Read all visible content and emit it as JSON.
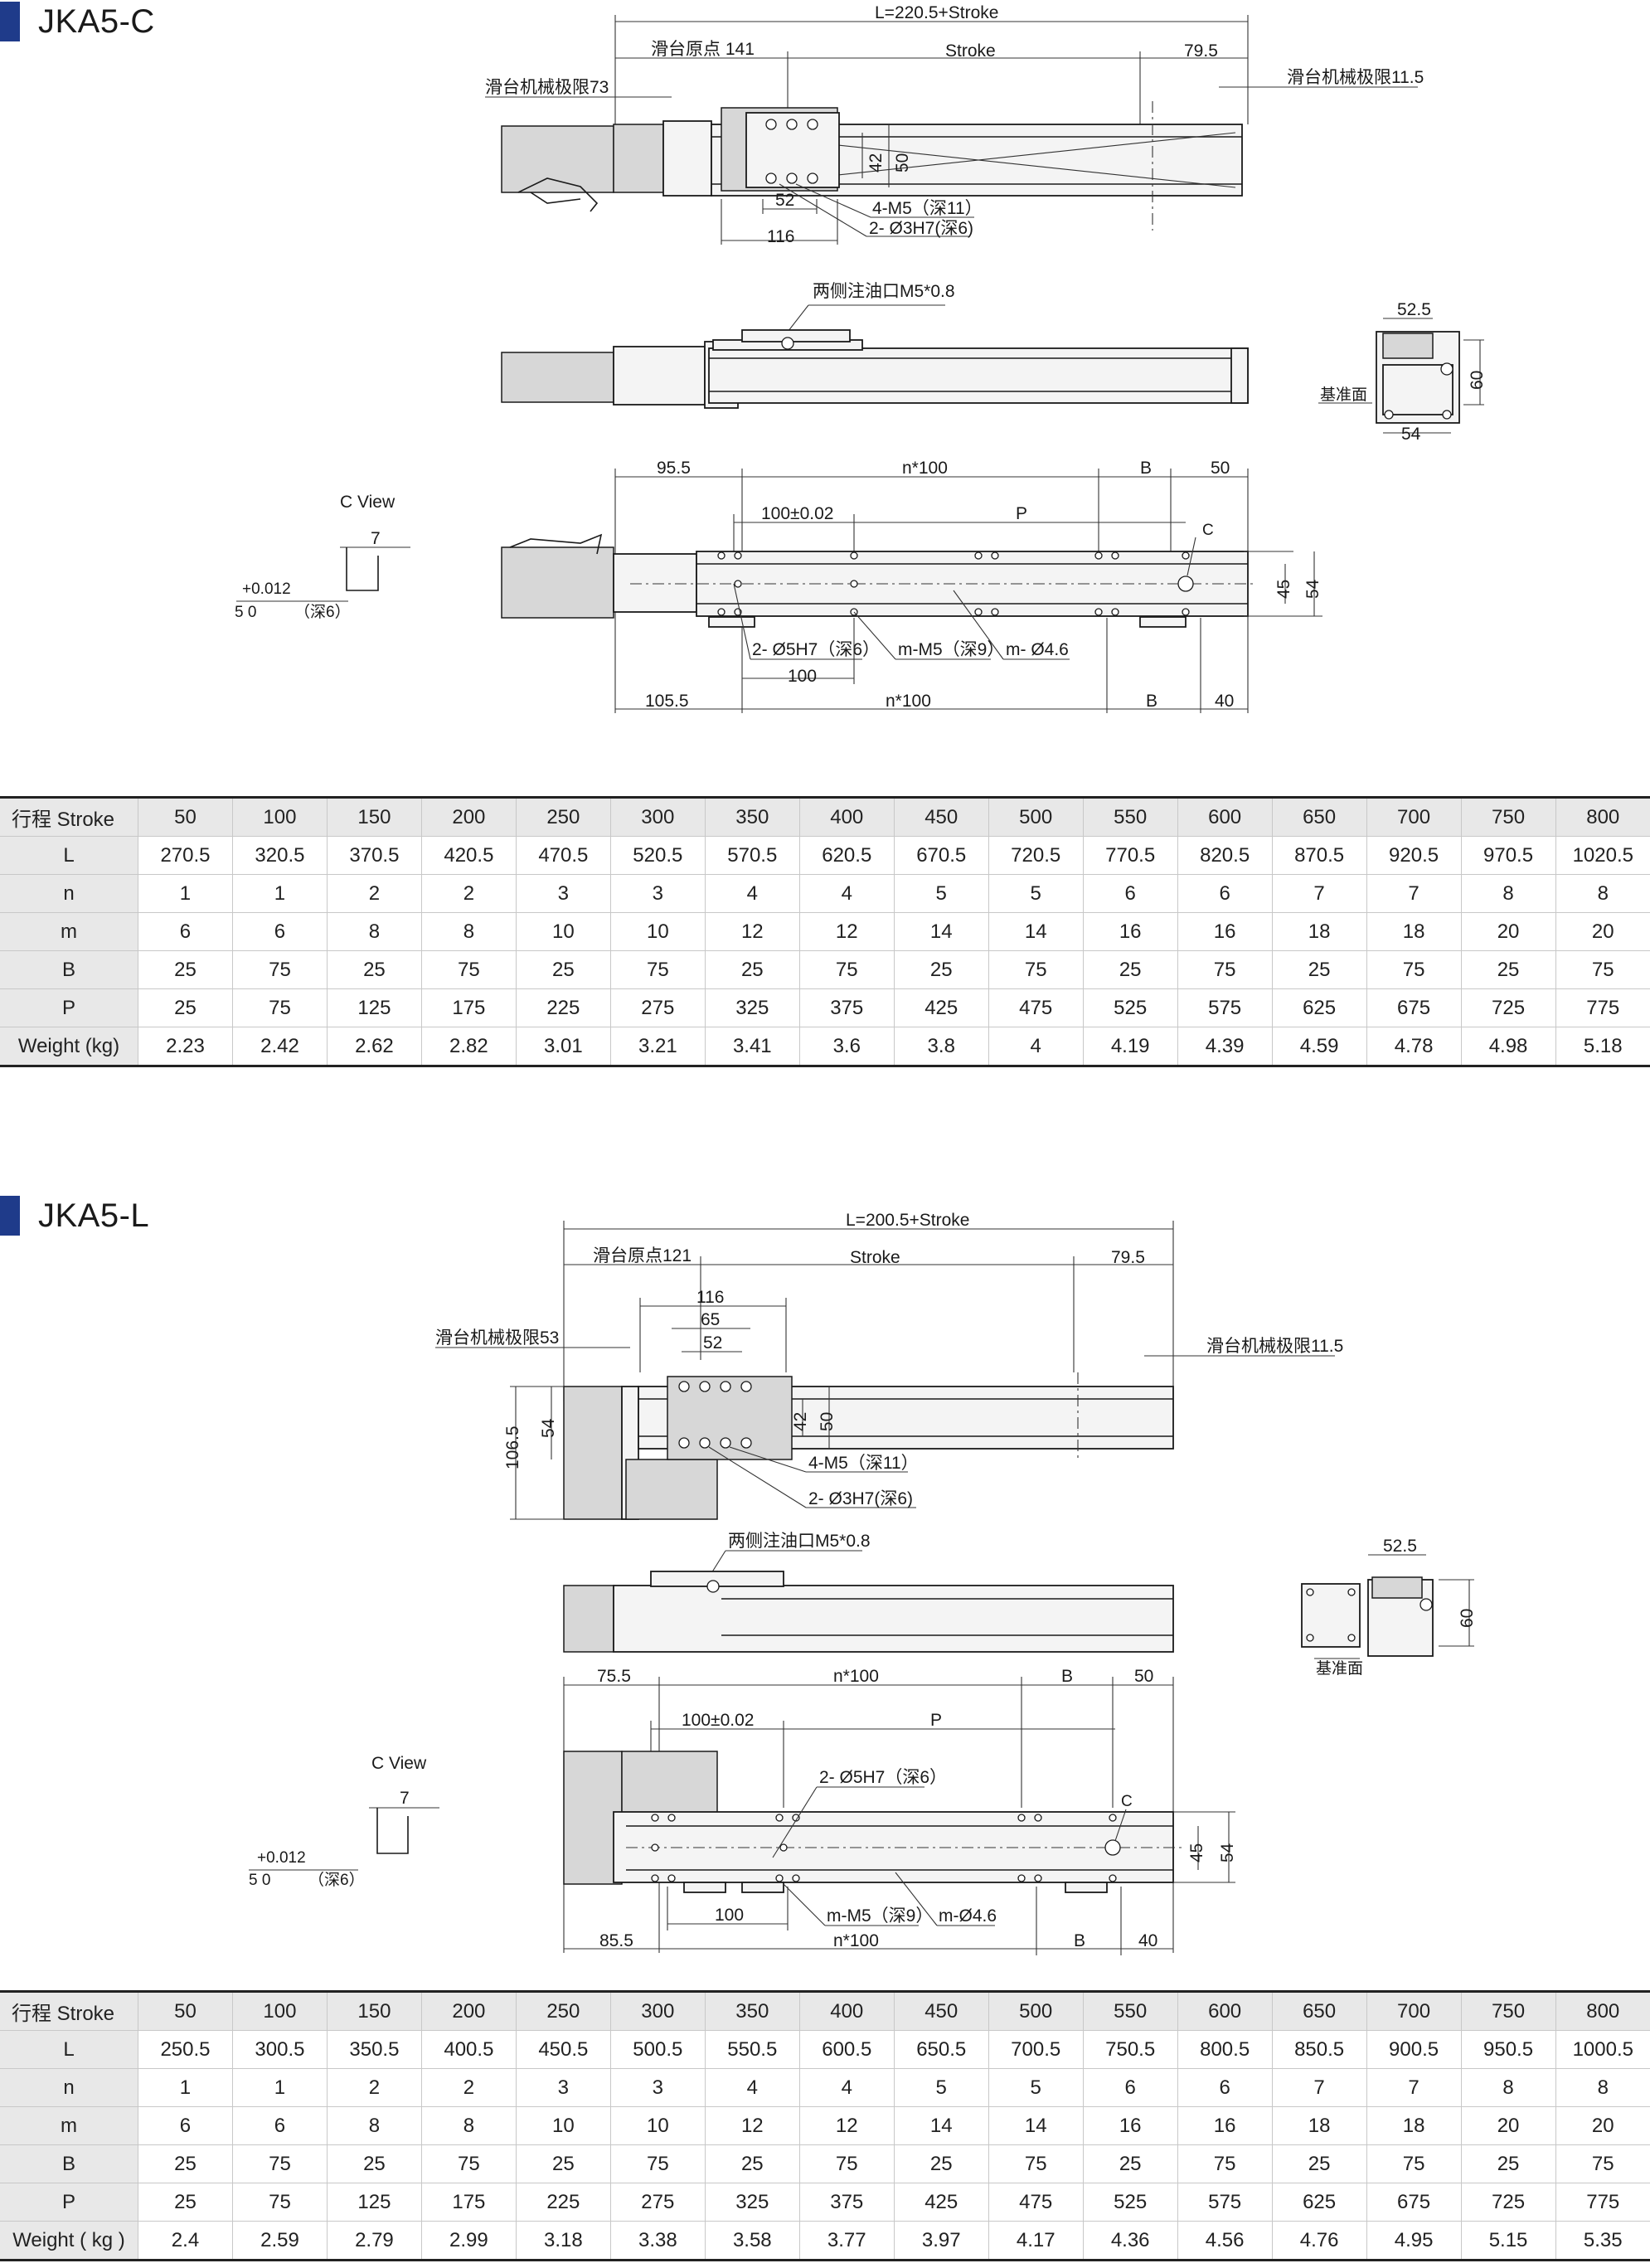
{
  "sections": [
    {
      "id": "c",
      "title": "JKA5-C",
      "dims": {
        "L": "L=220.5+Stroke",
        "origin": "滑台原点 141",
        "stroke": "Stroke",
        "right_end": "79.5",
        "left_limit": "滑台机械极限73",
        "right_limit": "滑台机械极限11.5",
        "h42": "42",
        "h50": "50",
        "w52": "52",
        "w116": "116",
        "tap": "4-M5（深11）",
        "pin": "2- Ø3H7(深6)",
        "oil": "两侧注油口M5*0.8",
        "end_w": "52.5",
        "end_h": "60",
        "end_bottom": "54",
        "datum": "基准面",
        "cview": "C View",
        "cview_7": "7",
        "cview_tol": "+0.012",
        "cview_5": "5 0",
        "cview_depth": "（深6）",
        "top_left": "95.5",
        "n100": "n*100",
        "B": "B",
        "top_right": "50",
        "pitch": "100±0.02",
        "P": "P",
        "C": "C",
        "h45": "45",
        "h54": "54",
        "dowel": "2- Ø5H7（深6）",
        "mtap": "m-M5（深9）",
        "mhole": "m- Ø4.6",
        "w100": "100",
        "bot_left": "105.5",
        "bot_right": "40"
      },
      "table": {
        "stroke_label": "行程 Stroke",
        "strokes": [
          "50",
          "100",
          "150",
          "200",
          "250",
          "300",
          "350",
          "400",
          "450",
          "500",
          "550",
          "600",
          "650",
          "700",
          "750",
          "800"
        ],
        "rows": [
          {
            "label": "L",
            "values": [
              "270.5",
              "320.5",
              "370.5",
              "420.5",
              "470.5",
              "520.5",
              "570.5",
              "620.5",
              "670.5",
              "720.5",
              "770.5",
              "820.5",
              "870.5",
              "920.5",
              "970.5",
              "1020.5"
            ]
          },
          {
            "label": "n",
            "values": [
              "1",
              "1",
              "2",
              "2",
              "3",
              "3",
              "4",
              "4",
              "5",
              "5",
              "6",
              "6",
              "7",
              "7",
              "8",
              "8"
            ]
          },
          {
            "label": "m",
            "values": [
              "6",
              "6",
              "8",
              "8",
              "10",
              "10",
              "12",
              "12",
              "14",
              "14",
              "16",
              "16",
              "18",
              "18",
              "20",
              "20"
            ]
          },
          {
            "label": "B",
            "values": [
              "25",
              "75",
              "25",
              "75",
              "25",
              "75",
              "25",
              "75",
              "25",
              "75",
              "25",
              "75",
              "25",
              "75",
              "25",
              "75"
            ]
          },
          {
            "label": "P",
            "values": [
              "25",
              "75",
              "125",
              "175",
              "225",
              "275",
              "325",
              "375",
              "425",
              "475",
              "525",
              "575",
              "625",
              "675",
              "725",
              "775"
            ]
          },
          {
            "label": "Weight (kg)",
            "values": [
              "2.23",
              "2.42",
              "2.62",
              "2.82",
              "3.01",
              "3.21",
              "3.41",
              "3.6",
              "3.8",
              "4",
              "4.19",
              "4.39",
              "4.59",
              "4.78",
              "4.98",
              "5.18"
            ]
          }
        ]
      }
    },
    {
      "id": "l",
      "title": "JKA5-L",
      "dims": {
        "L": "L=200.5+Stroke",
        "origin": "滑台原点121",
        "stroke": "Stroke",
        "right_end": "79.5",
        "w116": "116",
        "w65": "65",
        "w52": "52",
        "left_limit": "滑台机械极限53",
        "right_limit": "滑台机械极限11.5",
        "h106": "106.5",
        "h54": "54",
        "h42": "42",
        "h50": "50",
        "tap": "4-M5（深11）",
        "pin": "2- Ø3H7(深6)",
        "oil": "两侧注油口M5*0.8",
        "end_w": "52.5",
        "end_h": "60",
        "datum": "基准面",
        "cview": "C View",
        "cview_7": "7",
        "cview_tol": "+0.012",
        "cview_5": "5 0",
        "cview_depth": "（深6）",
        "top_left": "75.5",
        "n100": "n*100",
        "B": "B",
        "top_right": "50",
        "pitch": "100±0.02",
        "P": "P",
        "dowel": "2- Ø5H7（深6）",
        "C": "C",
        "h45": "45",
        "h54b": "54",
        "w100": "100",
        "mtap": "m-M5（深9）",
        "mhole": "m-Ø4.6",
        "bot_left": "85.5",
        "bot_right": "40"
      },
      "table": {
        "stroke_label": "行程 Stroke",
        "strokes": [
          "50",
          "100",
          "150",
          "200",
          "250",
          "300",
          "350",
          "400",
          "450",
          "500",
          "550",
          "600",
          "650",
          "700",
          "750",
          "800"
        ],
        "rows": [
          {
            "label": "L",
            "values": [
              "250.5",
              "300.5",
              "350.5",
              "400.5",
              "450.5",
              "500.5",
              "550.5",
              "600.5",
              "650.5",
              "700.5",
              "750.5",
              "800.5",
              "850.5",
              "900.5",
              "950.5",
              "1000.5"
            ]
          },
          {
            "label": "n",
            "values": [
              "1",
              "1",
              "2",
              "2",
              "3",
              "3",
              "4",
              "4",
              "5",
              "5",
              "6",
              "6",
              "7",
              "7",
              "8",
              "8"
            ]
          },
          {
            "label": "m",
            "values": [
              "6",
              "6",
              "8",
              "8",
              "10",
              "10",
              "12",
              "12",
              "14",
              "14",
              "16",
              "16",
              "18",
              "18",
              "20",
              "20"
            ]
          },
          {
            "label": "B",
            "values": [
              "25",
              "75",
              "25",
              "75",
              "25",
              "75",
              "25",
              "75",
              "25",
              "75",
              "25",
              "75",
              "25",
              "75",
              "25",
              "75"
            ]
          },
          {
            "label": "P",
            "values": [
              "25",
              "75",
              "125",
              "175",
              "225",
              "275",
              "325",
              "375",
              "425",
              "475",
              "525",
              "575",
              "625",
              "675",
              "725",
              "775"
            ]
          },
          {
            "label": "Weight ( kg )",
            "values": [
              "2.4",
              "2.59",
              "2.79",
              "2.99",
              "3.18",
              "3.38",
              "3.58",
              "3.77",
              "3.97",
              "4.17",
              "4.36",
              "4.56",
              "4.76",
              "4.95",
              "5.15",
              "5.35"
            ]
          }
        ]
      }
    }
  ]
}
